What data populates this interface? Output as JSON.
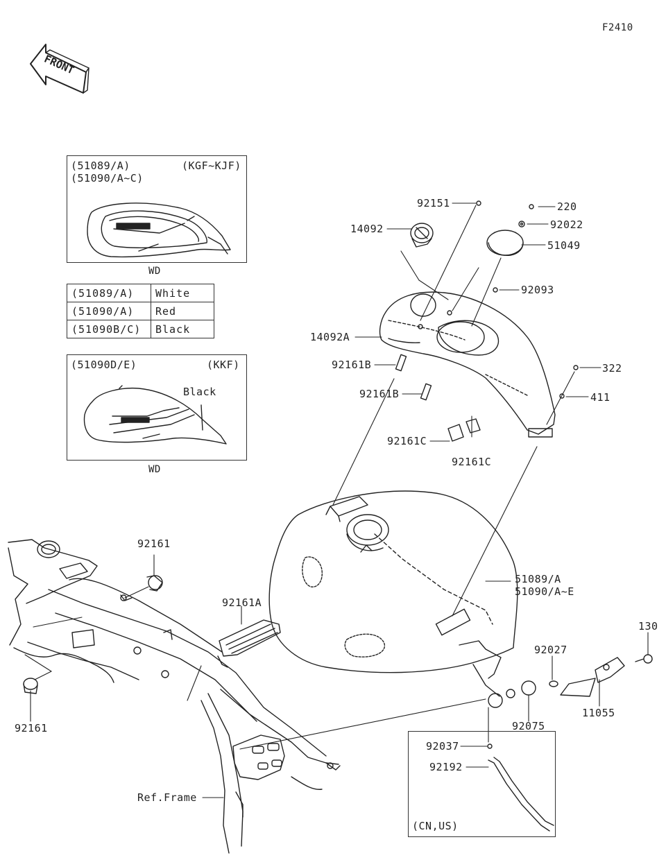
{
  "figure_code": "F2410",
  "front_label": "FRONT",
  "inset_top": {
    "codes_line1": "(51089/A)",
    "codes_line2": "(51090/A~C)",
    "models": "(KGF~KJF)",
    "caption": "WD"
  },
  "color_table": [
    {
      "code": "(51089/A)",
      "color": "White"
    },
    {
      "code": "(51090/A)",
      "color": "Red"
    },
    {
      "code": "(51090B/C)",
      "color": "Black"
    }
  ],
  "inset_bottom": {
    "codes": "(51090D/E)",
    "models": "(KKF)",
    "color_note": "Black",
    "caption": "WD"
  },
  "parts": {
    "p92151": "92151",
    "p220": "220",
    "p14092": "14092",
    "p92022": "92022",
    "p51049": "51049",
    "p92093": "92093",
    "p14092A": "14092A",
    "p92161B_1": "92161B",
    "p92161B_2": "92161B",
    "p322": "322",
    "p411": "411",
    "p92161C_1": "92161C",
    "p92161C_2": "92161C",
    "p92161_top": "92161",
    "p92161A": "92161A",
    "p51089A": "51089/A",
    "p51090AE": "51090/A~E",
    "p130": "130",
    "p92027": "92027",
    "p11055": "11055",
    "p92075": "92075",
    "p92161_left": "92161",
    "p92037": "92037",
    "p92192": "92192",
    "ref_frame": "Ref.Frame"
  },
  "region_note": "(CN,US)"
}
